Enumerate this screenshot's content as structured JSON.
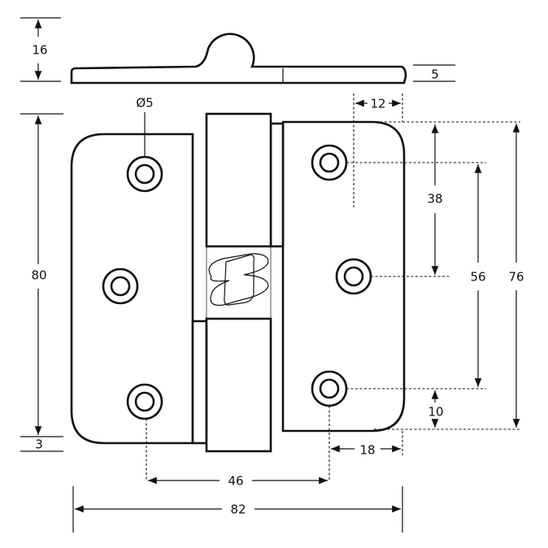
{
  "dimensions": {
    "profile_height": "16",
    "plate_thickness": "5",
    "hole_diameter": "Ø5",
    "edge_to_hole_top": "12",
    "hole_pitch_top": "38",
    "hole_pitch_outer": "56",
    "leaf_height_right": "76",
    "leaf_height_left": "80",
    "offset_bottom_left": "3",
    "edge_to_hole_bottom": "10",
    "edge_to_hole_side": "18",
    "hole_span": "46",
    "overall_width": "82"
  }
}
